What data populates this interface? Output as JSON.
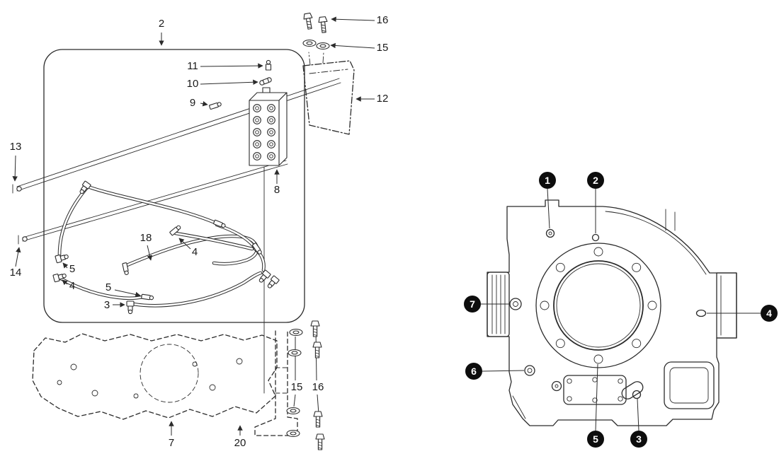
{
  "colors": {
    "background": "#ffffff",
    "line": "#2b2b2b",
    "label_text": "#1a1a1a",
    "callout_fill": "#0d0d0d",
    "callout_text": "#ffffff"
  },
  "left_view": {
    "name": "hose-and-manifold-exploded-view",
    "callouts": {
      "c2": "2",
      "c16_top": "16",
      "c15_top": "15",
      "c11": "11",
      "c10": "10",
      "c9": "9",
      "c12": "12",
      "c13": "13",
      "c8": "8",
      "c14": "14",
      "c18": "18",
      "c4_right": "4",
      "c5_left": "5",
      "c4_left": "4",
      "c5_mid": "5",
      "c3": "3",
      "c15_bottom": "15",
      "c16_bottom": "16",
      "c7": "7",
      "c20": "20"
    }
  },
  "right_view": {
    "name": "housing-fastener-locations",
    "callouts": {
      "p1": "1",
      "p2": "2",
      "p3": "3",
      "p4": "4",
      "p5": "5",
      "p6": "6",
      "p7": "7"
    }
  }
}
